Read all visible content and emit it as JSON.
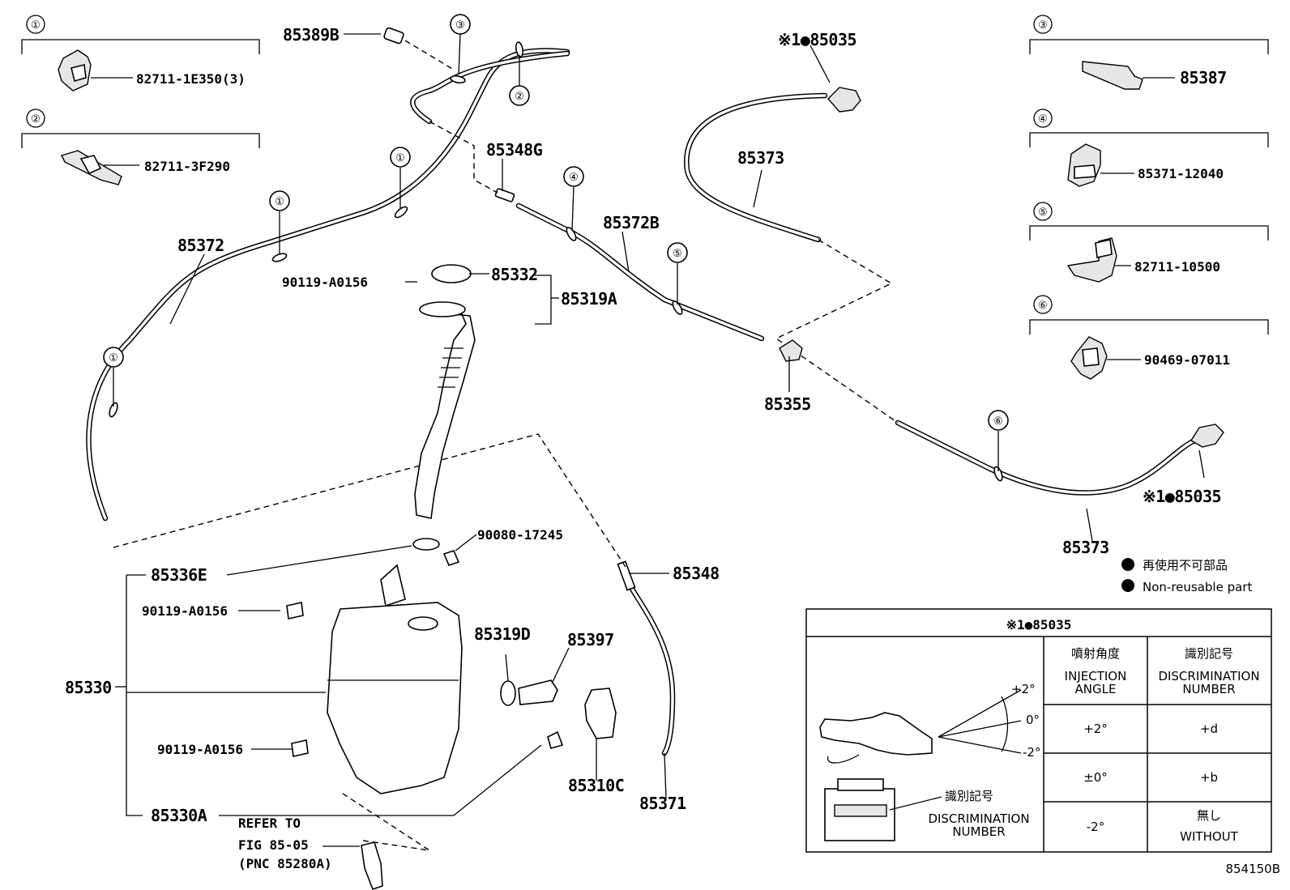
{
  "diagram_code": "854150B",
  "legend": {
    "jp": "再使用不可部品",
    "en": "Non-reusable part"
  },
  "callout_boxes": [
    {
      "num": "①",
      "part": "82711-1E350(3)"
    },
    {
      "num": "②",
      "part": "82711-3F290"
    },
    {
      "num": "③",
      "part": "85387"
    },
    {
      "num": "④",
      "part": "85371-12040"
    },
    {
      "num": "⑤",
      "part": "82711-10500"
    },
    {
      "num": "⑥",
      "part": "90469-07011"
    }
  ],
  "labels": {
    "p85389B": "85389B",
    "p85348G": "85348G",
    "p85372": "85372",
    "p85372B": "85372B",
    "p85332": "85332",
    "p85319A": "85319A",
    "p90119a": "90119-A0156",
    "p85373a": "85373",
    "p85373b": "85373",
    "p85355": "85355",
    "p85035a": "※1●85035",
    "p85035b": "※1●85035",
    "p90080": "90080-17245",
    "p85336E": "85336E",
    "p85348": "85348",
    "p90119b": "90119-A0156",
    "p85330": "85330",
    "p85319D": "85319D",
    "p85397": "85397",
    "p90119c": "90119-A0156",
    "p85310C": "85310C",
    "p85371": "85371",
    "p85330A": "85330A",
    "refer1": "REFER TO",
    "refer2": "FIG 85-05",
    "refer3": "(PNC 85280A)"
  },
  "callouts_on_hose": [
    "③",
    "②",
    "①",
    "①",
    "①",
    "④",
    "⑤",
    "⑥"
  ],
  "nozzle_table": {
    "title": "※1●85035",
    "col_angle_jp": "噴射角度",
    "col_angle_en1": "INJECTION",
    "col_angle_en2": "ANGLE",
    "col_disc_jp": "識別記号",
    "col_disc_en1": "DISCRIMINATION",
    "col_disc_en2": "NUMBER",
    "angle_marks": [
      "+2°",
      "0°",
      "-2°"
    ],
    "disc_label_jp": "識別記号",
    "disc_label_en1": "DISCRIMINATION",
    "disc_label_en2": "NUMBER",
    "rows": [
      {
        "angle": "+2°",
        "disc": "+d",
        "disc2": ""
      },
      {
        "angle": "±0°",
        "disc": "+b",
        "disc2": ""
      },
      {
        "angle": "-2°",
        "disc": "無し",
        "disc2": "WITHOUT"
      }
    ]
  }
}
